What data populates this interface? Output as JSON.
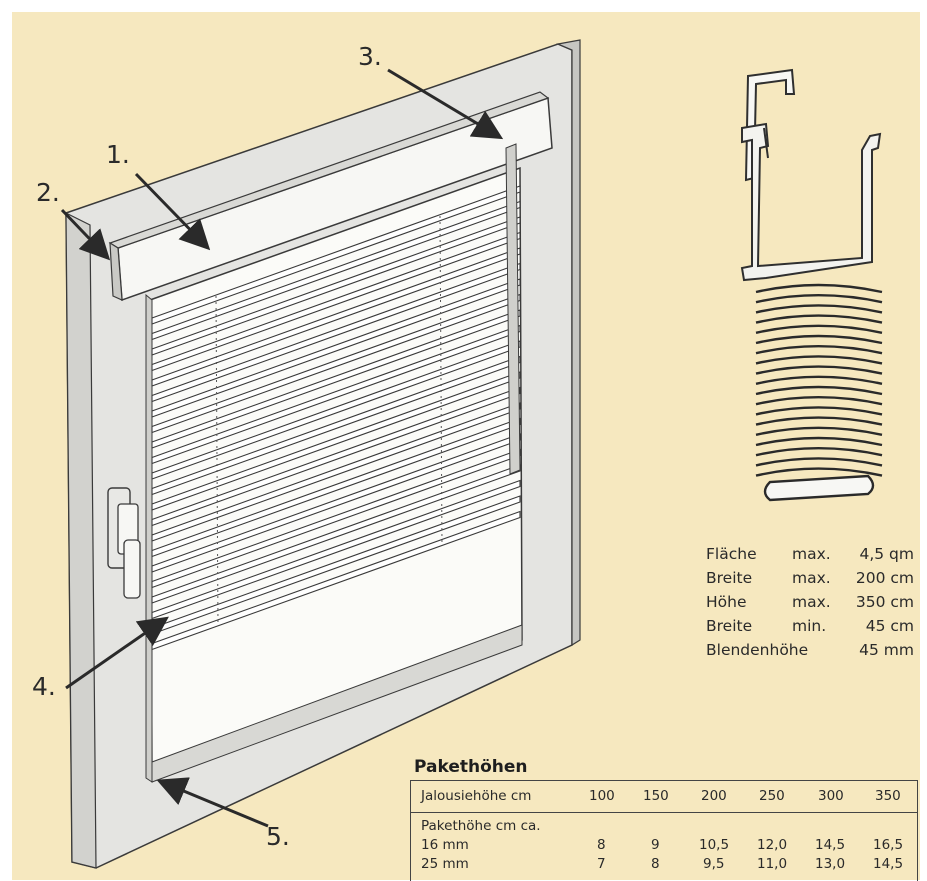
{
  "callouts": [
    "1.",
    "2.",
    "3.",
    "4.",
    "5."
  ],
  "colors": {
    "background": "#f6e8bf",
    "frame": "#e3e3e0",
    "frame_shade": "#c4c4c0",
    "outline": "#3a3a3a",
    "slat": "#ffffff",
    "glass": "#ffffff"
  },
  "specs": [
    {
      "label": "Fläche",
      "qualifier": "max.",
      "value": "4,5 qm"
    },
    {
      "label": "Breite",
      "qualifier": "max.",
      "value": "200 cm"
    },
    {
      "label": "Höhe",
      "qualifier": "max.",
      "value": "350 cm"
    },
    {
      "label": "Breite",
      "qualifier": "min.",
      "value": "45 cm"
    },
    {
      "label": "Blendenhöhe",
      "qualifier": "",
      "value": "45 mm"
    }
  ],
  "package_heights": {
    "title": "Pakethöhen",
    "header_label": "Jalousiehöhe cm",
    "columns": [
      "100",
      "150",
      "200",
      "250",
      "300",
      "350"
    ],
    "subheader": "Pakethöhe cm ca.",
    "rows": [
      {
        "label": "16 mm",
        "values": [
          "8",
          "9",
          "10,5",
          "12,0",
          "14,5",
          "16,5"
        ]
      },
      {
        "label": "25 mm",
        "values": [
          "7",
          "8",
          "9,5",
          "11,0",
          "13,0",
          "14,5"
        ]
      }
    ]
  },
  "icons": {
    "window": "window-frame-illustration",
    "profile": "head-rail-profile-icon",
    "slats": "slat-stack-icon"
  }
}
